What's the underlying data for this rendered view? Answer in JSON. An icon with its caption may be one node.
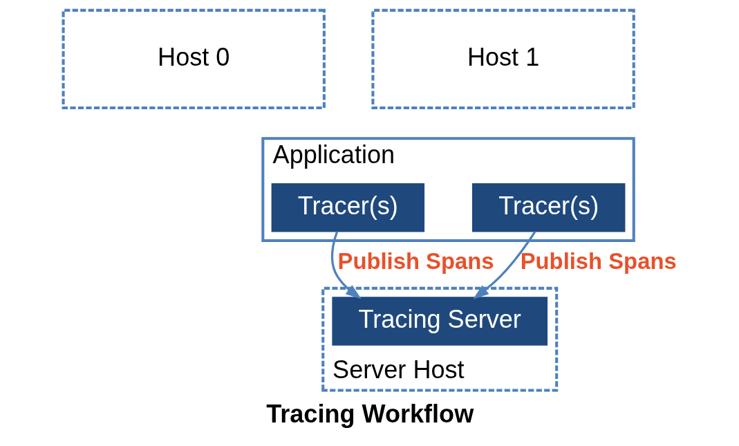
{
  "diagram": {
    "caption": "Tracing Workflow",
    "nodes": [
      {
        "text": [
          "Host 0"
        ]
      },
      {
        "text": [
          "Host 1"
        ]
      },
      {
        "text": [
          "Application"
        ]
      },
      {
        "text": [
          "Tracer(s)"
        ],
        "in": 2
      },
      {
        "text": [
          "Tracer(s)"
        ],
        "in": 2
      },
      {
        "text": [
          "Server Host"
        ]
      },
      {
        "text": [
          "Tracing Server"
        ],
        "in": 5
      }
    ],
    "edges": [
      {
        "from": 3,
        "to": 6,
        "arrow": "to",
        "label": "Publish Spans"
      },
      {
        "from": 4,
        "to": 6,
        "arrow": "to",
        "label": "Publish Spans"
      }
    ]
  }
}
